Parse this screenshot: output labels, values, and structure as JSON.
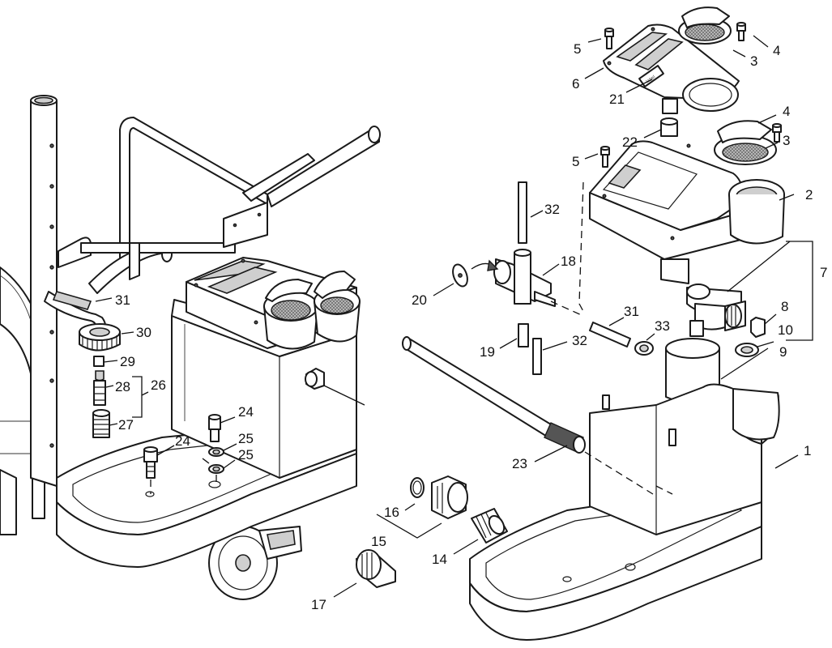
{
  "callouts": [
    {
      "id": "c5a",
      "text": "5"
    },
    {
      "id": "c4a",
      "text": "4"
    },
    {
      "id": "c3a",
      "text": "3"
    },
    {
      "id": "c6",
      "text": "6"
    },
    {
      "id": "c21",
      "text": "21"
    },
    {
      "id": "c4b",
      "text": "4"
    },
    {
      "id": "c22",
      "text": "22"
    },
    {
      "id": "c3b",
      "text": "3"
    },
    {
      "id": "c5b",
      "text": "5"
    },
    {
      "id": "c2",
      "text": "2"
    },
    {
      "id": "c32a",
      "text": "32"
    },
    {
      "id": "c18",
      "text": "18"
    },
    {
      "id": "c7",
      "text": "7"
    },
    {
      "id": "c20",
      "text": "20"
    },
    {
      "id": "c8",
      "text": "8"
    },
    {
      "id": "c31b",
      "text": "31"
    },
    {
      "id": "c33",
      "text": "33"
    },
    {
      "id": "c10",
      "text": "10"
    },
    {
      "id": "c19",
      "text": "19"
    },
    {
      "id": "c32b",
      "text": "32"
    },
    {
      "id": "c9",
      "text": "9"
    },
    {
      "id": "c1",
      "text": "1"
    },
    {
      "id": "c23",
      "text": "23"
    },
    {
      "id": "c16",
      "text": "16"
    },
    {
      "id": "c15",
      "text": "15"
    },
    {
      "id": "c14",
      "text": "14"
    },
    {
      "id": "c17",
      "text": "17"
    },
    {
      "id": "c31a",
      "text": "31"
    },
    {
      "id": "c30",
      "text": "30"
    },
    {
      "id": "c29",
      "text": "29"
    },
    {
      "id": "c28",
      "text": "28"
    },
    {
      "id": "c26",
      "text": "26"
    },
    {
      "id": "c27",
      "text": "27"
    },
    {
      "id": "c24a",
      "text": "24"
    },
    {
      "id": "c25a",
      "text": "25"
    },
    {
      "id": "c24b",
      "text": "24"
    },
    {
      "id": "c25b",
      "text": "25"
    }
  ],
  "colors": {
    "line": "#1a1a1a",
    "shade": "#cfcfcf",
    "background": "#ffffff"
  }
}
